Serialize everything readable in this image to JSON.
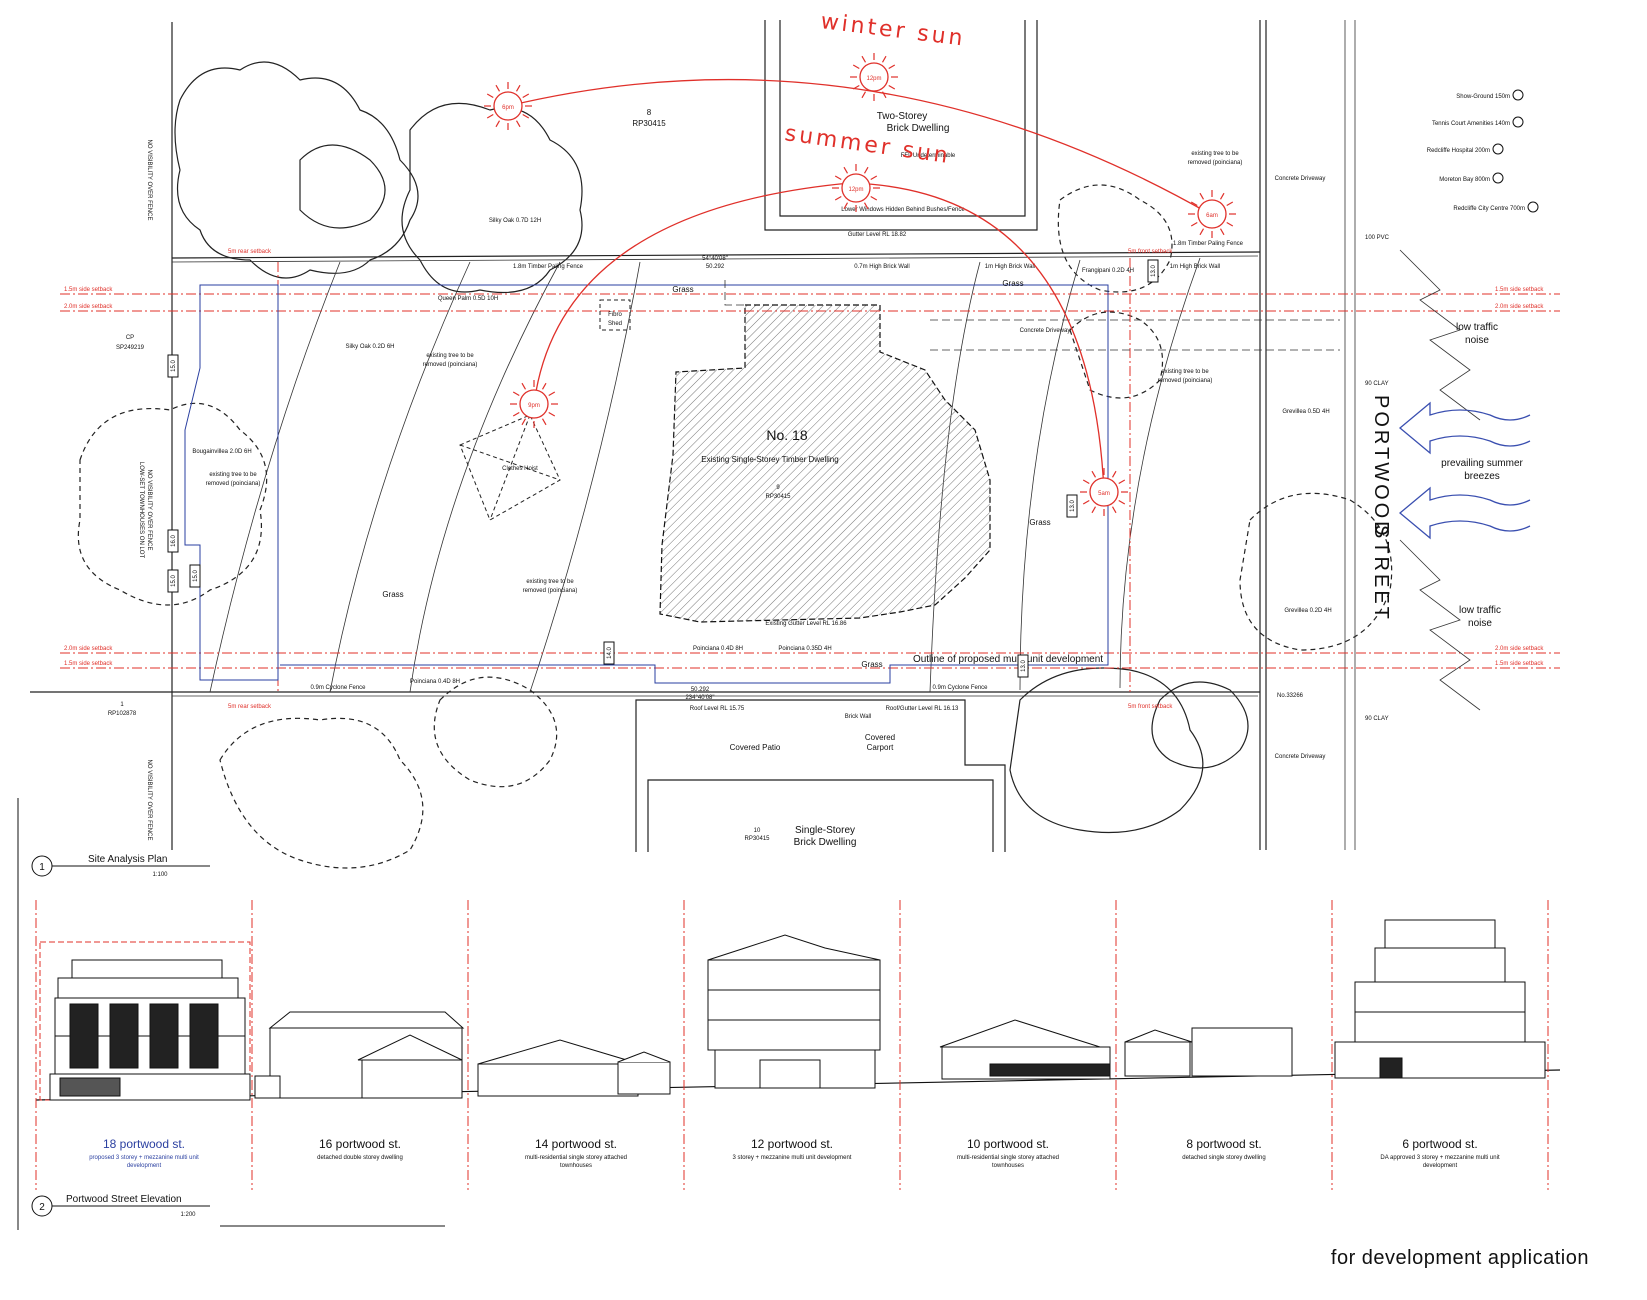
{
  "sun": {
    "winter_label": "winter sun",
    "summer_label": "summer sun",
    "times": [
      "6pm",
      "12pm",
      "12pm",
      "6am",
      "9pm",
      "5am"
    ]
  },
  "site": {
    "lot_number": "No. 18",
    "dwelling": "Existing Single-Storey Timber Dwelling",
    "lot_ref_num": "9",
    "lot_ref_plan": "RP30415",
    "north_lot_num": "8",
    "north_lot_plan": "RP30415",
    "north_dwelling_1": "Two-Storey",
    "north_dwelling_2": "Brick Dwelling",
    "ffl": "FFL Undeterminable",
    "lower_windows": "Lower Windows Hidden Behind Bushes/Fence",
    "gutter_north": "Gutter Level RL 18.82",
    "south_lot_num": "10",
    "south_lot_plan": "RP30415",
    "south_dwelling_1": "Single-Storey",
    "south_dwelling_2": "Brick Dwelling",
    "covered_patio": "Covered Patio",
    "covered_carport_1": "Covered",
    "covered_carport_2": "Carport",
    "west_lot_cp": "CP",
    "west_lot_plan": "SP249219",
    "sw_lot_num": "1",
    "sw_lot_plan": "RP102878",
    "outline_label": "Outline of proposed multi unit development",
    "fibro_shed_1": "Fibro",
    "fibro_shed_2": "Shed",
    "clothes_hoist": "Clothes Hoist",
    "concrete_driveway": "Concrete Driveway",
    "grass": "Grass",
    "silky_oak_1": "Silky Oak 0.7D 12H",
    "silky_oak_2": "Silky Oak 0.2D 6H",
    "queen_palm": "Queen Palm 0.5D 10H",
    "bougainvillea": "Bougainvillea 2.0D 6H",
    "frangipani": "Frangipani 0.2D 4H",
    "grevillea_1": "Grevillea 0.5D 4H",
    "grevillea_2": "Grevillea 0.2D 4H",
    "poinciana_1": "Poinciana 0.4D 8H",
    "poinciana_2": "Poinciana 0.4D 8H",
    "poinciana_3": "Poinciana 0.35D 4H",
    "tree_removed_1": "existing tree to be",
    "tree_removed_2": "removed (poinciana)",
    "timber_fence_1": "1.8m Timber Paling Fence",
    "timber_fence_2": "1.8m Timber Paling Fence",
    "brick_wall_1": "0.7m High Brick Wall",
    "brick_wall_2": "1m High Brick Wall",
    "brick_wall_3": "1m High Brick Wall",
    "cyclone_fence": "0.9m Cyclone Fence",
    "brick_wall_low": "Brick Wall",
    "roof_level": "Roof Level RL 15.75",
    "roof_gutter_level": "Roof/Gutter Level RL 16.13",
    "existing_gutter": "Existing Gutter Level RL 16.86",
    "no_visibility_1": "NO VISIBILITY OVER FENCE",
    "no_visibility_2": "NO VISIBILITY OVER FENCE",
    "no_visibility_3": "NO VISIBILITY OVER FENCE",
    "low_set": "LOW-SET TOWNHOUSES ON LOT",
    "bearing_top": "54°40'08\"",
    "dist_top": "50.292",
    "bearing_bottom": "234°40'08\"",
    "dist_bottom": "50.292",
    "no_street": "No.33266",
    "pvc": "100 PVC",
    "clay_1": "90 CLAY",
    "clay_2": "90 CLAY"
  },
  "setbacks": {
    "rear_top": "5m rear setback",
    "rear_bottom": "5m rear setback",
    "front_top": "5m front setback",
    "front_bottom": "5m front setback",
    "side_15": "1.5m side setback",
    "side_20": "2.0m side setback"
  },
  "dimensions": [
    "15.0",
    "15.0",
    "16.0",
    "13.0",
    "13.0",
    "14.0",
    "13.0",
    "15.0"
  ],
  "street": {
    "name_1": "PORTWOOD",
    "name_2": "STREET",
    "low_traffic_1": "low traffic",
    "low_traffic_2": "noise",
    "breezes_1": "prevailing summer",
    "breezes_2": "breezes"
  },
  "amenities": [
    {
      "label": "Show-Ground 150m"
    },
    {
      "label": "Tennis Court Amenities 140m"
    },
    {
      "label": "Redcliffe Hospital 200m"
    },
    {
      "label": "Moreton Bay 800m"
    },
    {
      "label": "Redcliffe City Centre 700m"
    }
  ],
  "plan_title": {
    "number": "1",
    "name": "Site Analysis Plan",
    "scale": "1:100"
  },
  "elevation_title": {
    "number": "2",
    "name": "Portwood Street Elevation",
    "scale": "1:200"
  },
  "elevation": [
    {
      "address": "18 portwood st.",
      "desc": "proposed 3 storey + mezzanine multi unit development",
      "highlight": true
    },
    {
      "address": "16 portwood st.",
      "desc": "detached double storey dwelling",
      "highlight": false
    },
    {
      "address": "14 portwood st.",
      "desc": "multi-residential single storey attached townhouses",
      "highlight": false
    },
    {
      "address": "12 portwood st.",
      "desc": "3 storey + mezzanine multi unit development",
      "highlight": false
    },
    {
      "address": "10 portwood st.",
      "desc": "multi-residential single storey attached townhouses",
      "highlight": false
    },
    {
      "address": "8 portwood st.",
      "desc": "detached single storey dwelling",
      "highlight": false
    },
    {
      "address": "6 portwood st.",
      "desc": "DA approved 3 storey + mezzanine multi unit development",
      "highlight": false
    }
  ],
  "footer": "for development application",
  "colors": {
    "accent": "#e0302a",
    "blue": "#2a3fa0",
    "wind": "#3a4fb0"
  }
}
